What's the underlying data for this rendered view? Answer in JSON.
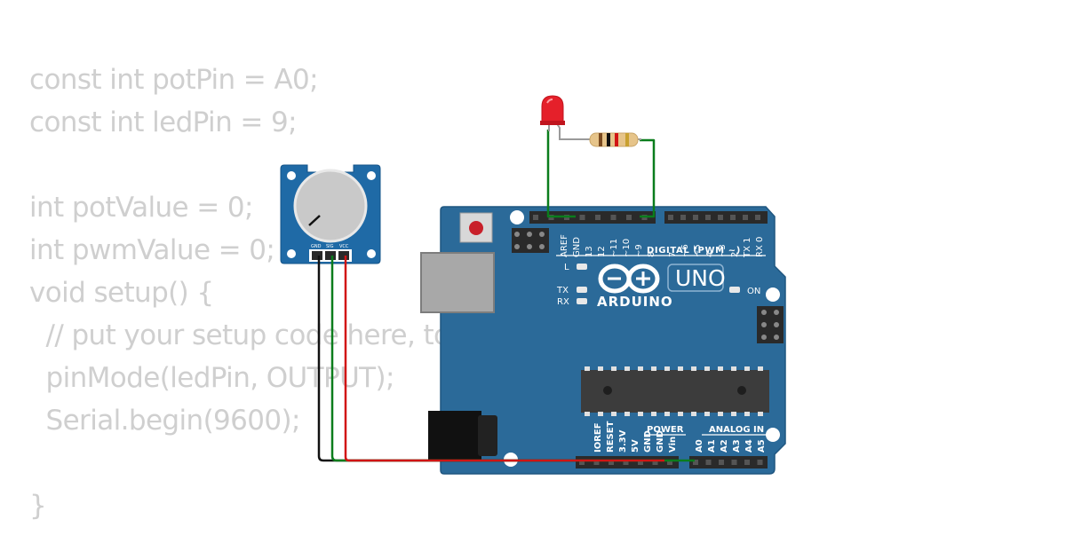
{
  "code_lines": [
    "const int potPin = A0;",
    "const int ledPin = 9;",
    "",
    "int potValue = 0;",
    "int pwmValue = 0;",
    "void setup() {",
    "  // put your setup code here, to",
    "  pinMode(ledPin, OUTPUT);",
    "  Serial.begin(9600);",
    "",
    "}"
  ],
  "potentiometer": {
    "pins": [
      "GND",
      "SIG",
      "VCC"
    ]
  },
  "board": {
    "brand": "ARDUINO",
    "model": "UNO",
    "top_header_left": [
      "AREF",
      "GND",
      "13",
      "12",
      "~11",
      "~10",
      "~9",
      "8"
    ],
    "top_header_right": [
      "7",
      "~6",
      "~5",
      "4",
      "~3",
      "2",
      "TX 1",
      "RX 0"
    ],
    "digital_label": "DIGITAL (PWM ~)",
    "led_labels": {
      "l": "L",
      "tx": "TX",
      "rx": "RX",
      "on": "ON"
    },
    "power_label": "POWER",
    "analog_label": "ANALOG IN",
    "power_pins": [
      "IOREF",
      "RESET",
      "3.3V",
      "5V",
      "GND",
      "GND",
      "Vin"
    ],
    "analog_pins": [
      "A0",
      "A1",
      "A2",
      "A3",
      "A4",
      "A5"
    ]
  },
  "colors": {
    "board": "#2b6a99",
    "header": "#2a2a2a",
    "wire_green": "#0a7d1c",
    "wire_red": "#d11414",
    "wire_black": "#111111",
    "led": "#e5202a",
    "code_text": "#cfcfcf"
  }
}
